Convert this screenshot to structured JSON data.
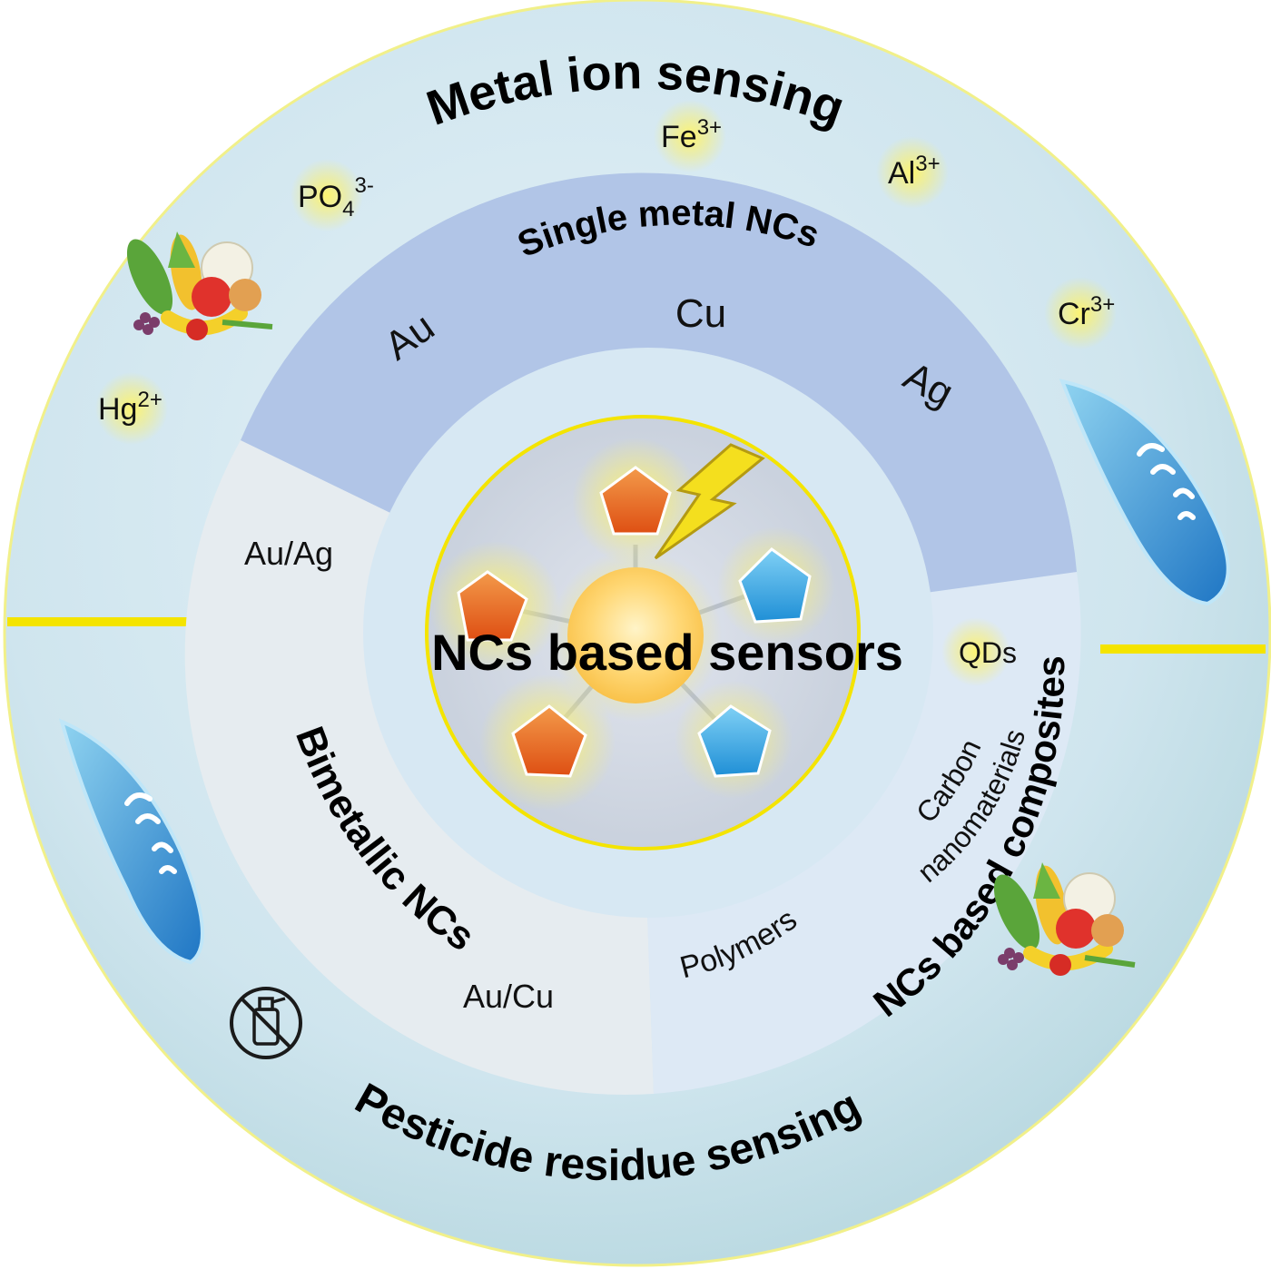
{
  "center": {
    "title": "NCs based sensors"
  },
  "outer_ring": {
    "top_title": "Metal ion sensing",
    "bottom_title": "Pesticide residue sensing",
    "ions": [
      {
        "base": "PO",
        "sub": "4",
        "sup": "3-"
      },
      {
        "base": "Fe",
        "sup": "3+"
      },
      {
        "base": "Al",
        "sup": "3+"
      },
      {
        "base": "Cr",
        "sup": "3+"
      },
      {
        "base": "Hg",
        "sup": "2+"
      }
    ],
    "icons": [
      "vegetables-icon",
      "water-splash-icon",
      "no-pesticide-spray-icon"
    ]
  },
  "single_metal": {
    "title": "Single metal NCs",
    "items": [
      "Au",
      "Cu",
      "Ag"
    ]
  },
  "bimetallic": {
    "title": "Bimetallic NCs",
    "items": [
      "Au/Ag",
      "Au/Cu"
    ]
  },
  "composites": {
    "title": "NCs based composites",
    "items": [
      "QDs",
      "Carbon",
      "nanomaterials",
      "Polymers"
    ]
  },
  "colors": {
    "outer_ring": "#cfe7ee",
    "single_metal_band": "#aec4e8",
    "bimetallic_band": "#e6ecf1",
    "composites_band": "#dbe8f6",
    "inner_ring": "#d6e9f3",
    "core": "#cfd6e2",
    "accent_yellow": "#f4e400",
    "orange": "#e8641e",
    "blue": "#37a9e6"
  }
}
